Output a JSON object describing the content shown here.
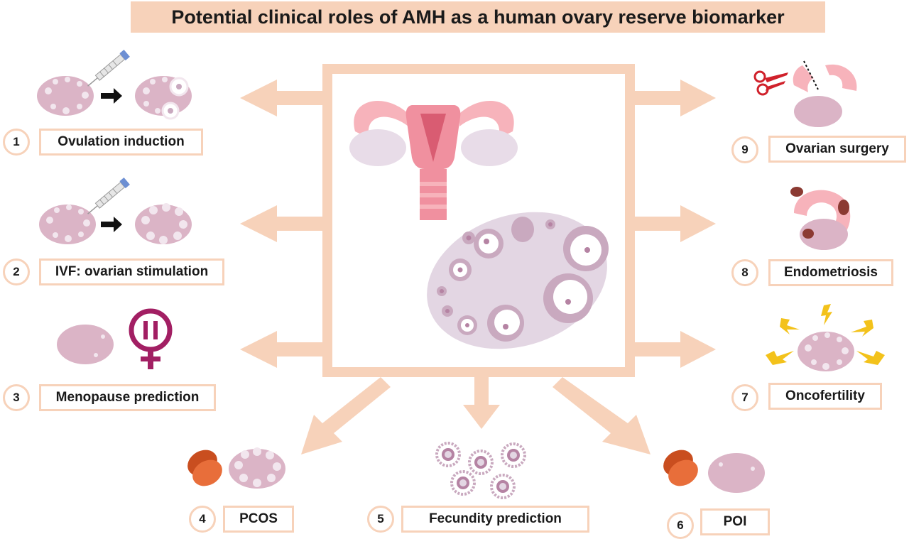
{
  "title": "Potential clinical roles of AMH as a human ovary reserve biomarker",
  "roles": [
    {
      "number": "1",
      "label": "Ovulation induction"
    },
    {
      "number": "2",
      "label": "IVF: ovarian stimulation"
    },
    {
      "number": "3",
      "label": "Menopause prediction"
    },
    {
      "number": "4",
      "label": "PCOS"
    },
    {
      "number": "5",
      "label": "Fecundity prediction"
    },
    {
      "number": "6",
      "label": "POI"
    },
    {
      "number": "7",
      "label": "Oncofertility"
    },
    {
      "number": "8",
      "label": "Endometriosis"
    },
    {
      "number": "9",
      "label": "Ovarian surgery"
    }
  ],
  "colors": {
    "frame": "#f7d2ba",
    "ovary": "#dbb4c6",
    "uterus": "#f0909f",
    "uterus_light": "#f7b3bb",
    "tube_ovary": "#e8dce8",
    "big_ovary": "#e3d6e3",
    "follicle_ring": "#c9a9bf",
    "gland": "#e0612f",
    "scissors": "#d0212b",
    "lightning": "#f3c21b",
    "venus": "#a21f63",
    "endometriosis": "#8b3a32",
    "arrow_black": "#111111"
  },
  "icons": [
    "syringe-icon",
    "scissors-icon",
    "lightning-icon",
    "venus-pause-icon",
    "black-arrow-icon"
  ]
}
